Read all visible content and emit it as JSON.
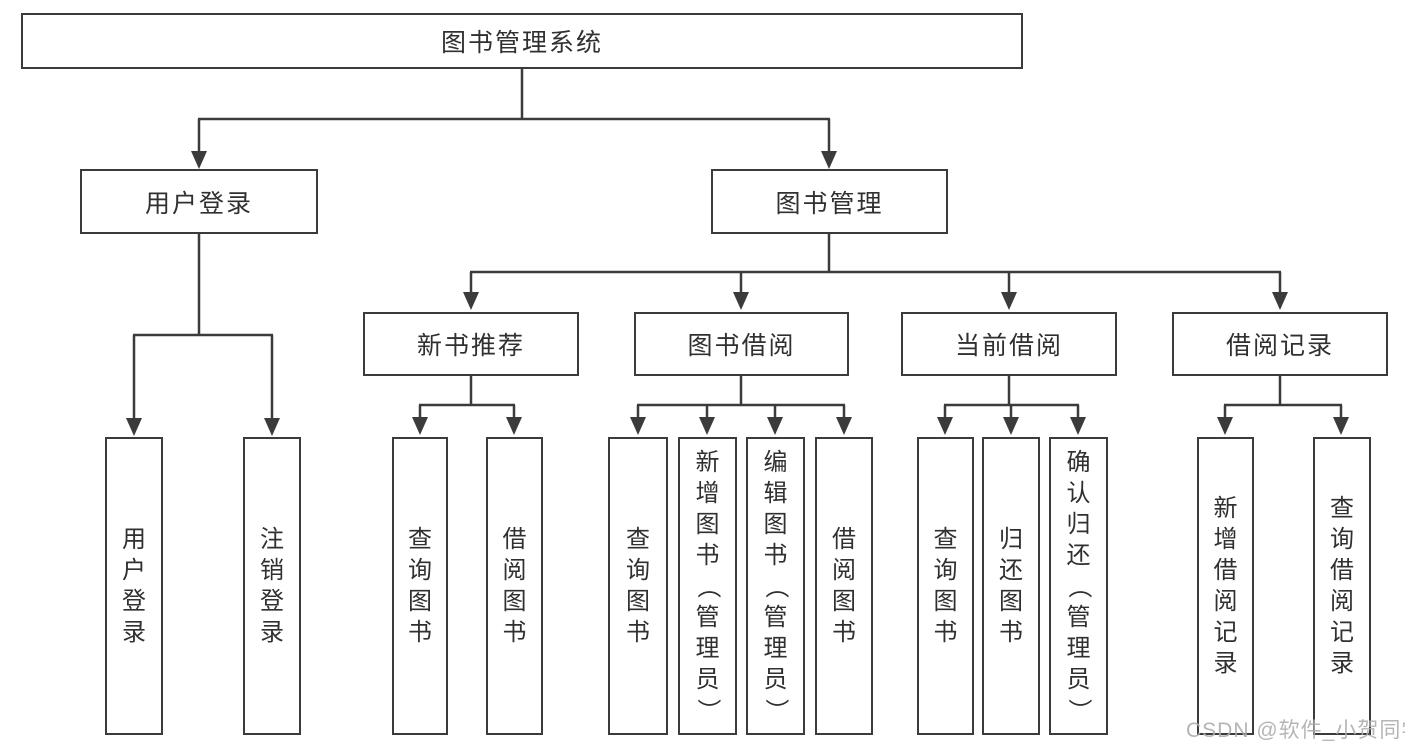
{
  "diagram": {
    "type": "hierarchy-tree",
    "hierarchy": {
      "label": "图书管理系统",
      "children": [
        {
          "label": "用户登录",
          "children": [
            {
              "label": "用户登录"
            },
            {
              "label": "注销登录"
            }
          ]
        },
        {
          "label": "图书管理",
          "children": [
            {
              "label": "新书推荐",
              "children": [
                {
                  "label": "查询图书"
                },
                {
                  "label": "借阅图书"
                }
              ]
            },
            {
              "label": "图书借阅",
              "children": [
                {
                  "label": "查询图书"
                },
                {
                  "label": "新增图书（管理员）"
                },
                {
                  "label": "编辑图书（管理员）"
                },
                {
                  "label": "借阅图书"
                }
              ]
            },
            {
              "label": "当前借阅",
              "children": [
                {
                  "label": "查询图书"
                },
                {
                  "label": "归还图书"
                },
                {
                  "label": "确认归还（管理员）"
                }
              ]
            },
            {
              "label": "借阅记录",
              "children": [
                {
                  "label": "新增借阅记录"
                },
                {
                  "label": "查询借阅记录"
                }
              ]
            }
          ]
        }
      ]
    }
  },
  "nodes": {
    "root": {
      "label": "图书管理系统"
    },
    "user_login": {
      "label": "用户登录"
    },
    "book_mgmt": {
      "label": "图书管理"
    },
    "new_book_rec": {
      "label": "新书推荐"
    },
    "book_borrow": {
      "label": "图书借阅"
    },
    "current_borrow": {
      "label": "当前借阅"
    },
    "borrow_records": {
      "label": "借阅记录"
    },
    "leaf_user_login": {
      "label": "用户登录"
    },
    "leaf_logout": {
      "label": "注销登录"
    },
    "leaf_rec_query": {
      "label": "查询图书"
    },
    "leaf_rec_borrow": {
      "label": "借阅图书"
    },
    "leaf_bor_query": {
      "label": "查询图书"
    },
    "leaf_bor_add": {
      "label": "新增图书（管理员）"
    },
    "leaf_bor_edit": {
      "label": "编辑图书（管理员）"
    },
    "leaf_bor_borrow": {
      "label": "借阅图书"
    },
    "leaf_cur_query": {
      "label": "查询图书"
    },
    "leaf_cur_return": {
      "label": "归还图书"
    },
    "leaf_cur_confirm": {
      "label": "确认归还（管理员）"
    },
    "leaf_rr_add": {
      "label": "新增借阅记录"
    },
    "leaf_rr_query": {
      "label": "查询借阅记录"
    }
  },
  "watermark": {
    "text": "CSDN @软件_小贺同学"
  },
  "colors": {
    "line": "#3b3b3b",
    "text": "#303030",
    "box_background": "#ffffff",
    "page_background": "#ffffff",
    "watermark": "#aeaeae"
  }
}
